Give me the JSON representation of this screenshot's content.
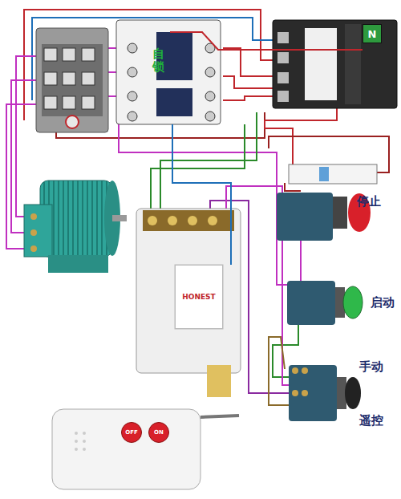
{
  "diagram": {
    "nodes": [
      {
        "text": [
          "自锁"
        ]
      },
      {
        "text": [
          "N"
        ]
      },
      {
        "text": [
          "HONEST"
        ]
      },
      {
        "text": [
          "OFF"
        ]
      },
      {
        "text": [
          "ON"
        ]
      }
    ],
    "edges": [
      {
        "from": 1,
        "to": 0,
        "arrow": "none"
      },
      {
        "from": 2,
        "to": 0,
        "arrow": "none"
      }
    ],
    "labels": [
      "停止",
      "启动",
      "手动",
      "遥控"
    ]
  }
}
